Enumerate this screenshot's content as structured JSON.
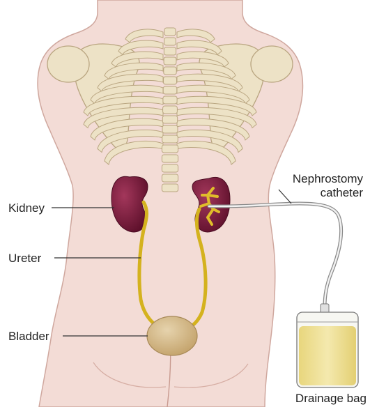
{
  "labels": {
    "kidney": "Kidney",
    "ureter": "Ureter",
    "bladder": "Bladder",
    "nephrostomy_line1": "Nephrostomy",
    "nephrostomy_line2": "catheter",
    "drainage_bag": "Drainage bag"
  },
  "colors": {
    "skin": "#f3dcd6",
    "skin_outline": "#cfa79e",
    "bone": "#ede2c6",
    "bone_outline": "#b9a580",
    "kidney": "#7a1e3e",
    "ureter": "#d4b21e",
    "bladder": "#d9bf8e",
    "bag_fluid": "#efe19a",
    "catheter": "#cccccc"
  }
}
